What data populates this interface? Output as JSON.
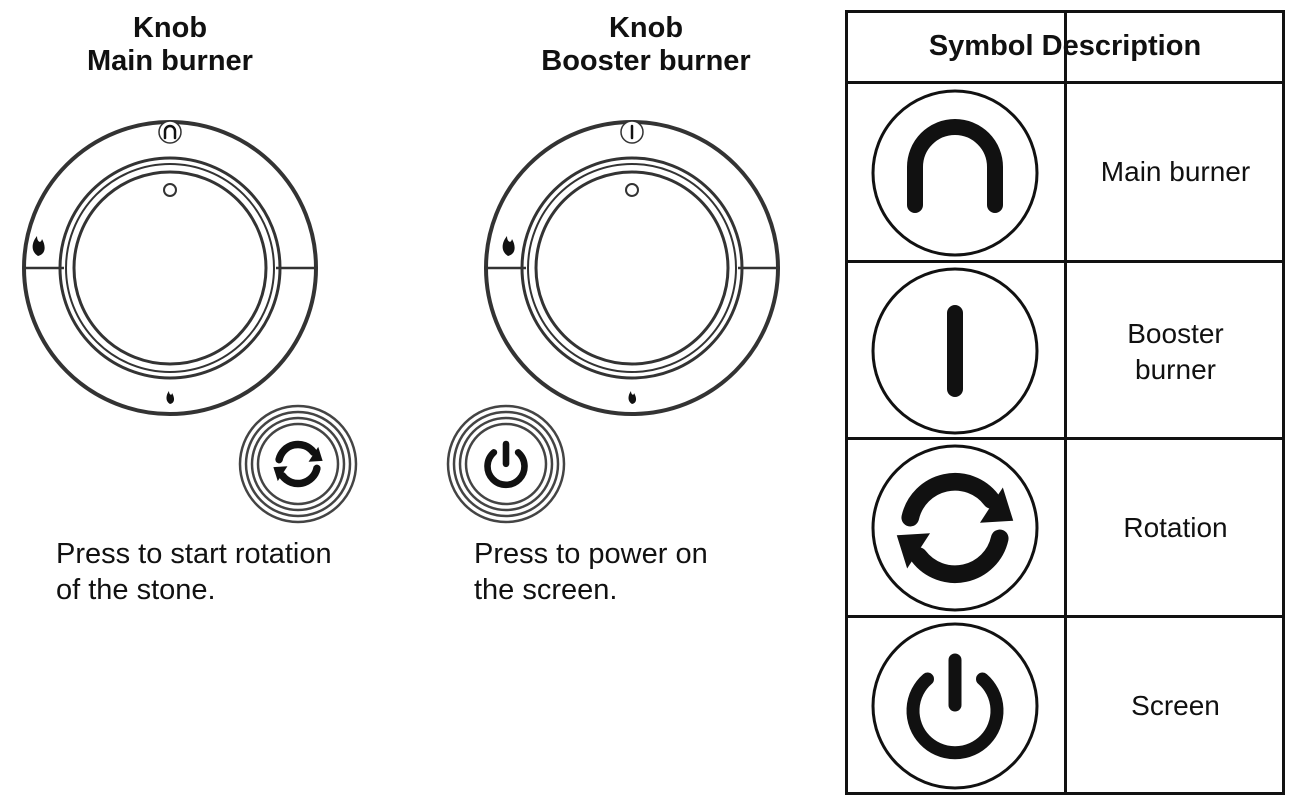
{
  "knobs": [
    {
      "title_line1": "Knob",
      "title_line2": "Main burner"
    },
    {
      "title_line1": "Knob",
      "title_line2": "Booster burner"
    }
  ],
  "captions": [
    {
      "line1": "Press to start rotation",
      "line2": "of the stone."
    },
    {
      "line1": "Press to power on",
      "line2": "the screen."
    }
  ],
  "table": {
    "header": "Symbol Description",
    "rows": [
      {
        "icon": "main-burner-icon",
        "label_line1": "Main burner",
        "label_line2": ""
      },
      {
        "icon": "booster-burner-icon",
        "label_line1": "Booster",
        "label_line2": "burner"
      },
      {
        "icon": "rotation-icon",
        "label_line1": "Rotation",
        "label_line2": ""
      },
      {
        "icon": "power-icon",
        "label_line1": "Screen",
        "label_line2": ""
      }
    ]
  },
  "colors": {
    "ink": "#111111",
    "background": "#ffffff",
    "knob_stroke": "#333333"
  }
}
